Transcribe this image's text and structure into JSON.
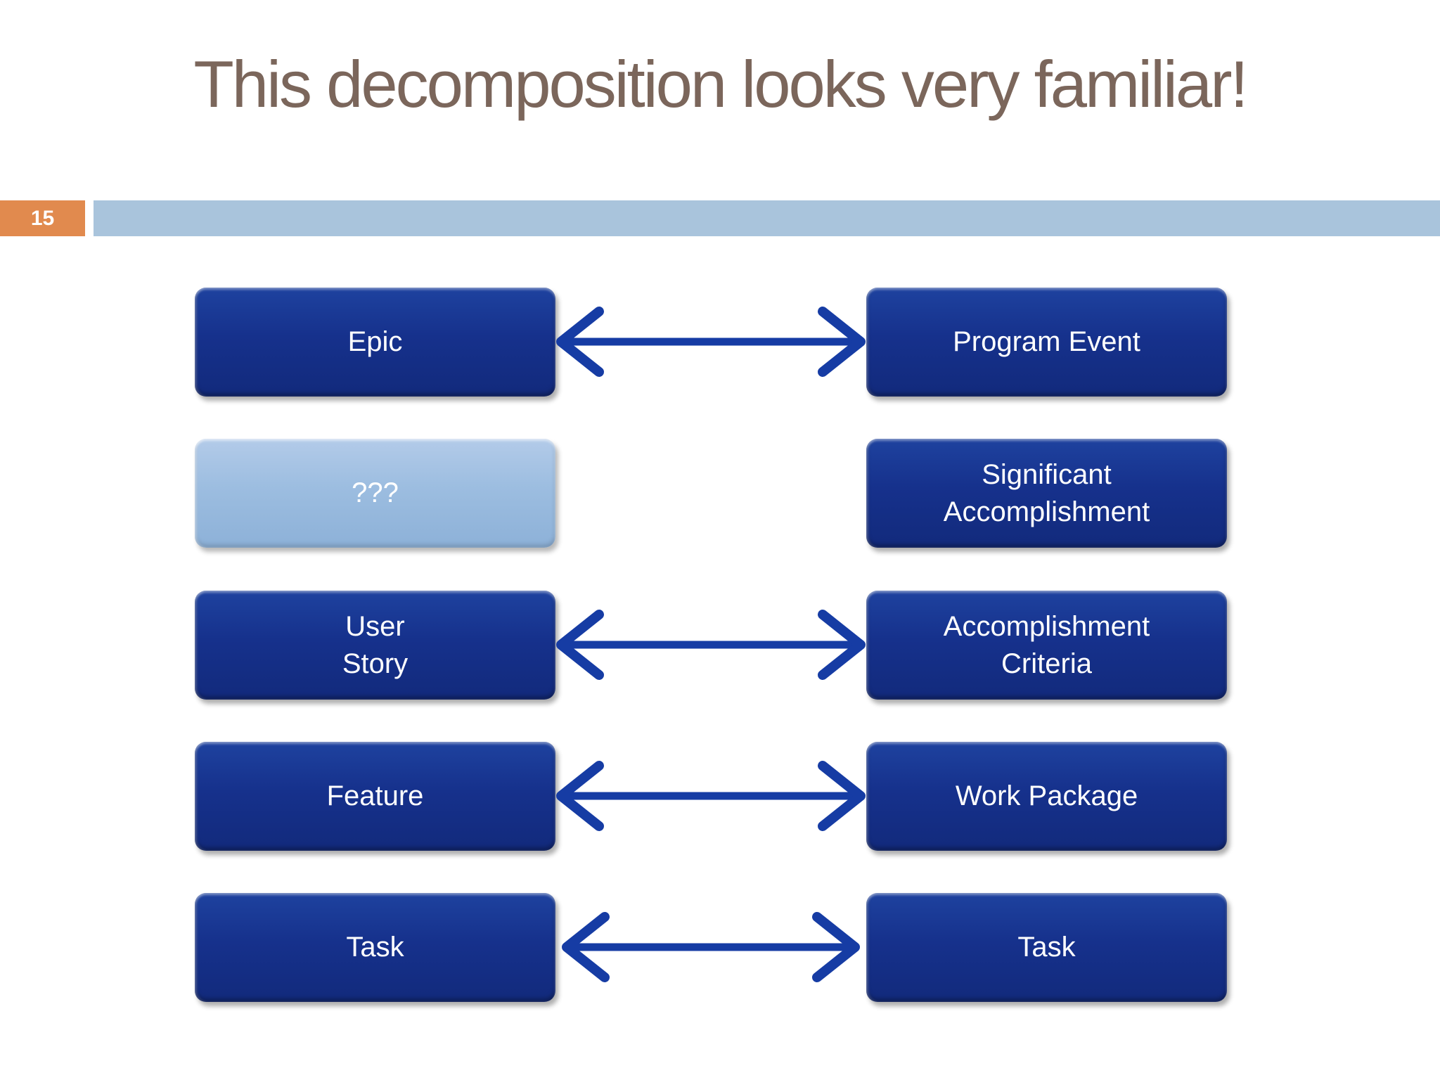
{
  "slide": {
    "title": "This decomposition looks very familiar!",
    "page_number": "15"
  },
  "colors": {
    "title_text": "#7b665b",
    "page_number_bg": "#e18a4e",
    "page_number_text": "#ffffff",
    "header_bar": "#a9c4dc",
    "box_dark_blue": "#16318c",
    "box_light_blue": "#9cbde0",
    "box_text": "#ffffff",
    "arrow_blue": "#163ca4",
    "background": "#ffffff"
  },
  "diagram": {
    "rows": [
      {
        "left": {
          "label": "Epic",
          "variant": "dark"
        },
        "right": {
          "label": "Program Event",
          "variant": "dark"
        },
        "arrow": true
      },
      {
        "left": {
          "label": "???",
          "variant": "light"
        },
        "right": {
          "label": "Significant\nAccomplishment",
          "variant": "dark"
        },
        "arrow": false
      },
      {
        "left": {
          "label": "User\nStory",
          "variant": "dark"
        },
        "right": {
          "label": "Accomplishment\nCriteria",
          "variant": "dark"
        },
        "arrow": true
      },
      {
        "left": {
          "label": "Feature",
          "variant": "dark"
        },
        "right": {
          "label": "Work Package",
          "variant": "dark"
        },
        "arrow": true
      },
      {
        "left": {
          "label": "Task",
          "variant": "dark"
        },
        "right": {
          "label": "Task",
          "variant": "dark"
        },
        "arrow": true
      }
    ]
  }
}
